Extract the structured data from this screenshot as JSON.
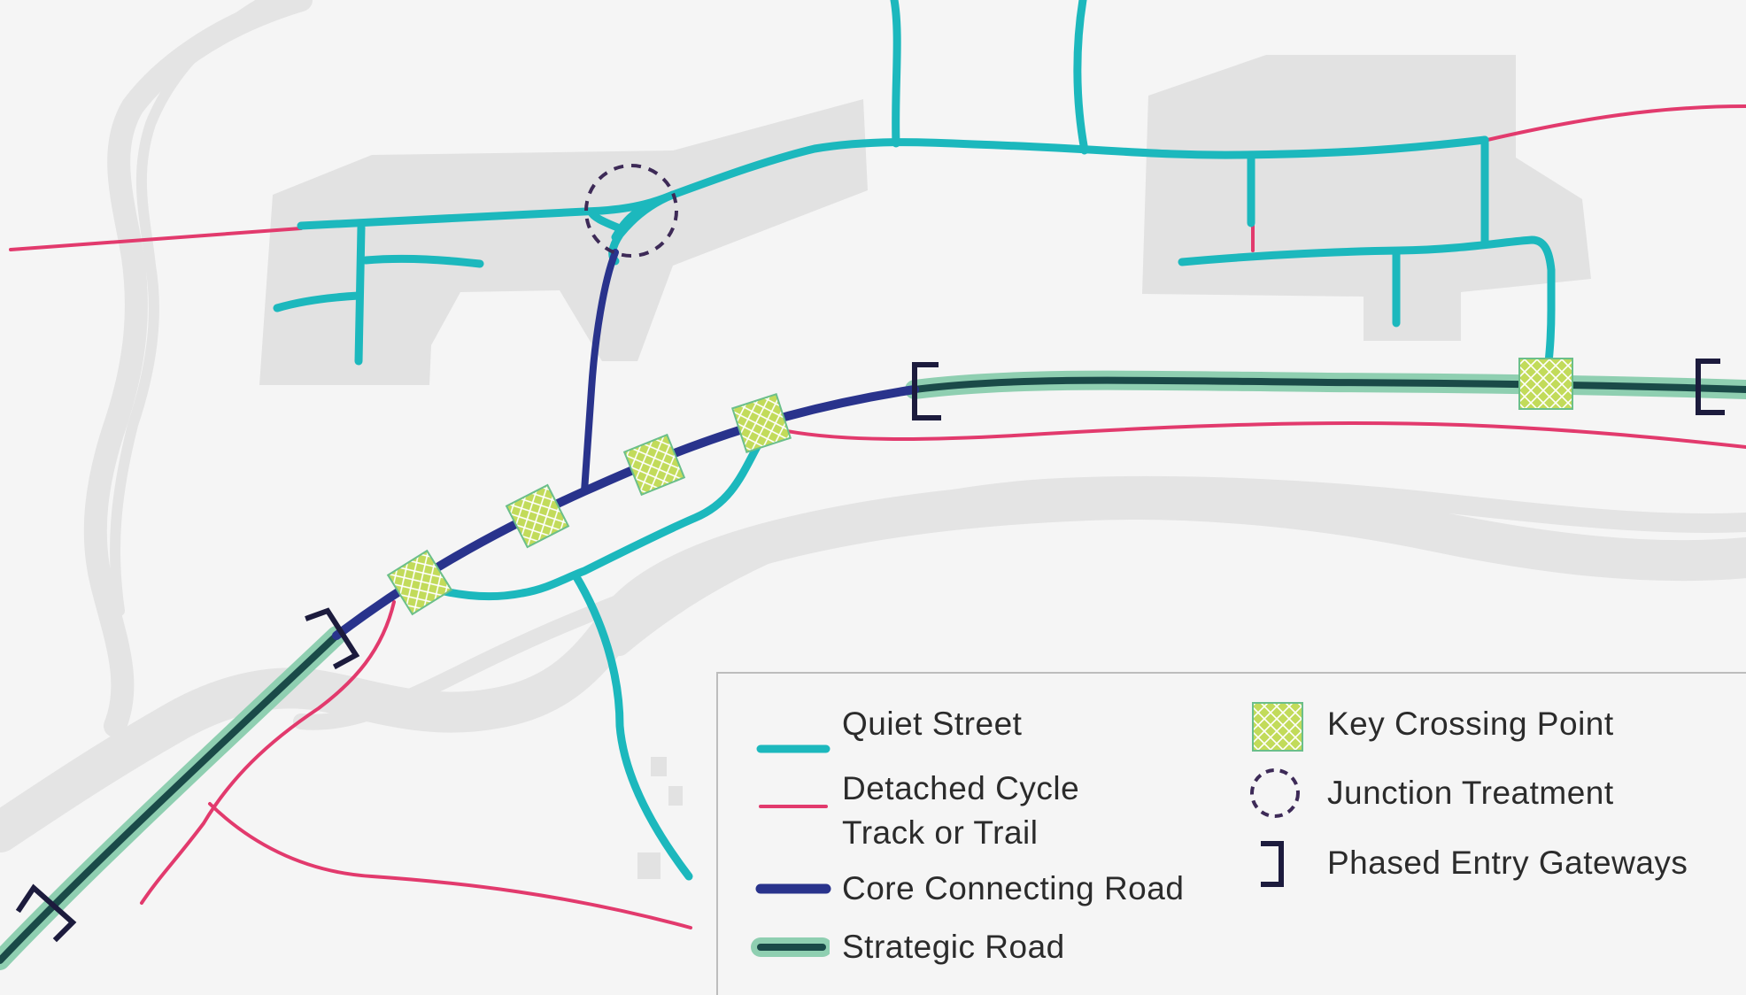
{
  "colors": {
    "background": "#f5f5f5",
    "land_block": "#e2e2e2",
    "river": "#e4e4e4",
    "quiet_street": "#1cb8bd",
    "detached_cycle_track": "#e23a6d",
    "core_connecting_road": "#29338c",
    "strategic_road_core": "#1a4a48",
    "strategic_road_halo": "#8fcfb1",
    "key_crossing_fill": "#c2db5a",
    "key_crossing_border": "#6bbf8a",
    "junction_treatment": "#3d2a57",
    "gateway": "#1c1b3d"
  },
  "legend": {
    "items": [
      {
        "label": "Quiet Street",
        "symbol": "quiet-street-line"
      },
      {
        "label": "Detached Cycle",
        "label2": "Track or Trail",
        "symbol": "cycle-track-line"
      },
      {
        "label": "Core Connecting Road",
        "symbol": "core-road-line"
      },
      {
        "label": "Strategic Road",
        "symbol": "strategic-road-line"
      },
      {
        "label": "Key Crossing Point",
        "symbol": "crossing-hatch-icon"
      },
      {
        "label": "Junction Treatment",
        "symbol": "dashed-circle-icon"
      },
      {
        "label": "Phased Entry Gateways",
        "symbol": "bracket-icon"
      }
    ]
  }
}
